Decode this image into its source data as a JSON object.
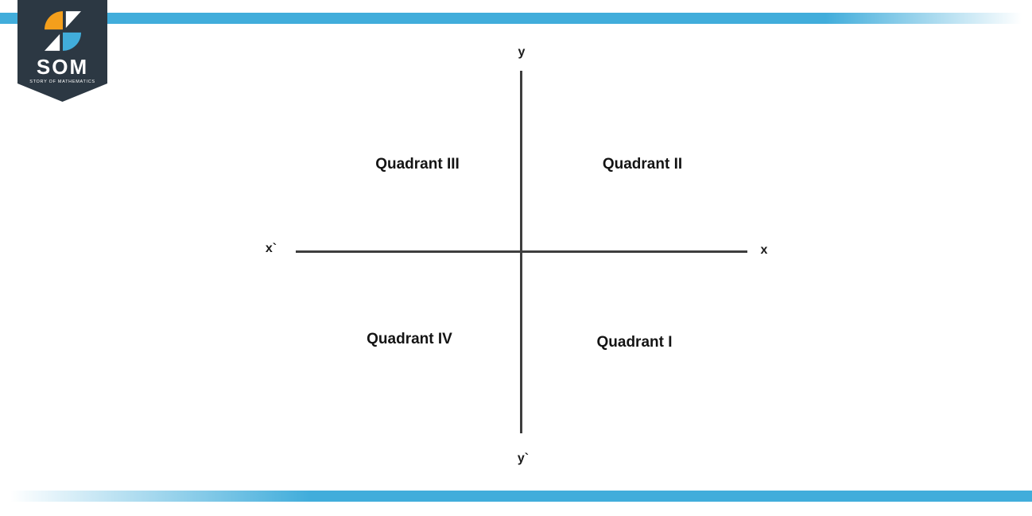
{
  "brand": {
    "name": "SOM",
    "tagline": "STORY OF MATHEMATICS",
    "colors": {
      "navy": "#2C3843",
      "orange": "#F49F1C",
      "blue": "#41ADDB",
      "white": "#FFFFFF"
    }
  },
  "bars": {
    "accent_color": "#41ADDB"
  },
  "diagram": {
    "type": "cartesian-quadrants",
    "line_color": "#3E3E3E",
    "axis_labels": {
      "top": "y",
      "bottom": "y`",
      "left": "x`",
      "right": "x"
    },
    "quadrants": [
      {
        "label": "Quadrant III",
        "position": "top-left"
      },
      {
        "label": "Quadrant II",
        "position": "top-right"
      },
      {
        "label": "Quadrant IV",
        "position": "bottom-left"
      },
      {
        "label": "Quadrant I",
        "position": "bottom-right"
      }
    ]
  }
}
